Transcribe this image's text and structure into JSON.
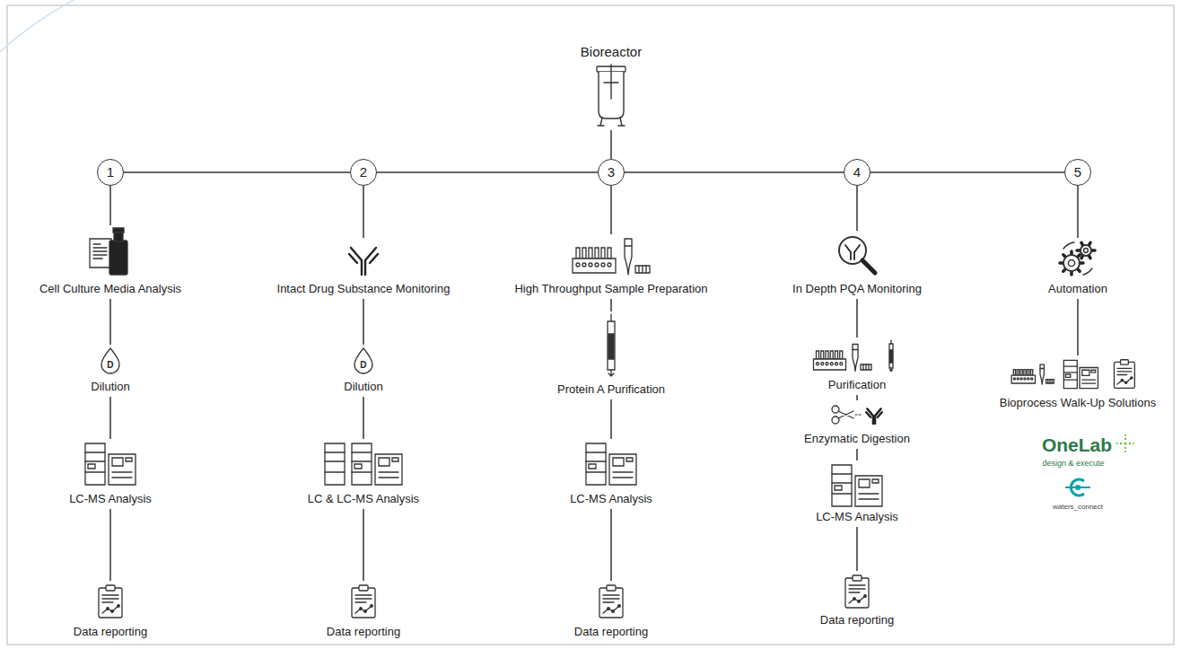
{
  "diagram": {
    "nodes": [
      {
        "text": [
          "Bioreactor"
        ]
      },
      {
        "text": [
          "1"
        ]
      },
      {
        "text": [
          "2"
        ]
      },
      {
        "text": [
          "3"
        ]
      },
      {
        "text": [
          "4"
        ]
      },
      {
        "text": [
          "5"
        ]
      },
      {
        "text": [
          "Cell Culture Media Analysis"
        ]
      },
      {
        "text": [
          "Dilution"
        ]
      },
      {
        "text": [
          "LC-MS Analysis"
        ]
      },
      {
        "text": [
          "Data reporting"
        ]
      },
      {
        "text": [
          "Intact Drug Substance Monitoring"
        ]
      },
      {
        "text": [
          "Dilution"
        ]
      },
      {
        "text": [
          "LC & LC-MS Analysis"
        ]
      },
      {
        "text": [
          "Data reporting"
        ]
      },
      {
        "text": [
          "High Throughput Sample Preparation"
        ]
      },
      {
        "text": [
          "Protein A Purification"
        ]
      },
      {
        "text": [
          "LC-MS Analysis"
        ]
      },
      {
        "text": [
          "Data reporting"
        ]
      },
      {
        "text": [
          "In Depth PQA Monitoring"
        ]
      },
      {
        "text": [
          "Purification"
        ]
      },
      {
        "text": [
          "Enzymatic Digestion"
        ]
      },
      {
        "text": [
          "LC-MS Analysis"
        ]
      },
      {
        "text": [
          "Data reporting"
        ]
      },
      {
        "text": [
          "Automation"
        ]
      },
      {
        "text": [
          "Bioprocess Walk-Up Solutions"
        ]
      }
    ],
    "edges": [
      {
        "from": 0,
        "to": 3,
        "arrow": "none"
      },
      {
        "from": 1,
        "to": 2,
        "arrow": "none"
      },
      {
        "from": 2,
        "to": 3,
        "arrow": "none"
      },
      {
        "from": 3,
        "to": 4,
        "arrow": "none"
      },
      {
        "from": 4,
        "to": 5,
        "arrow": "none"
      },
      {
        "from": 1,
        "to": 6,
        "arrow": "none"
      },
      {
        "from": 6,
        "to": 7,
        "arrow": "none"
      },
      {
        "from": 7,
        "to": 8,
        "arrow": "none"
      },
      {
        "from": 8,
        "to": 9,
        "arrow": "none"
      },
      {
        "from": 2,
        "to": 10,
        "arrow": "none"
      },
      {
        "from": 10,
        "to": 11,
        "arrow": "none"
      },
      {
        "from": 11,
        "to": 12,
        "arrow": "none"
      },
      {
        "from": 12,
        "to": 13,
        "arrow": "none"
      },
      {
        "from": 3,
        "to": 14,
        "arrow": "none"
      },
      {
        "from": 14,
        "to": 15,
        "arrow": "none"
      },
      {
        "from": 15,
        "to": 16,
        "arrow": "none"
      },
      {
        "from": 16,
        "to": 17,
        "arrow": "none"
      },
      {
        "from": 4,
        "to": 18,
        "arrow": "none"
      },
      {
        "from": 18,
        "to": 19,
        "arrow": "none"
      },
      {
        "from": 19,
        "to": 20,
        "arrow": "none"
      },
      {
        "from": 20,
        "to": 21,
        "arrow": "none"
      },
      {
        "from": 21,
        "to": 22,
        "arrow": "none"
      },
      {
        "from": 5,
        "to": 23,
        "arrow": "none"
      },
      {
        "from": 23,
        "to": 24,
        "arrow": "none"
      }
    ],
    "labels": [
      "D",
      "D",
      "OneLab",
      "design & execute",
      "waters_connect"
    ]
  }
}
